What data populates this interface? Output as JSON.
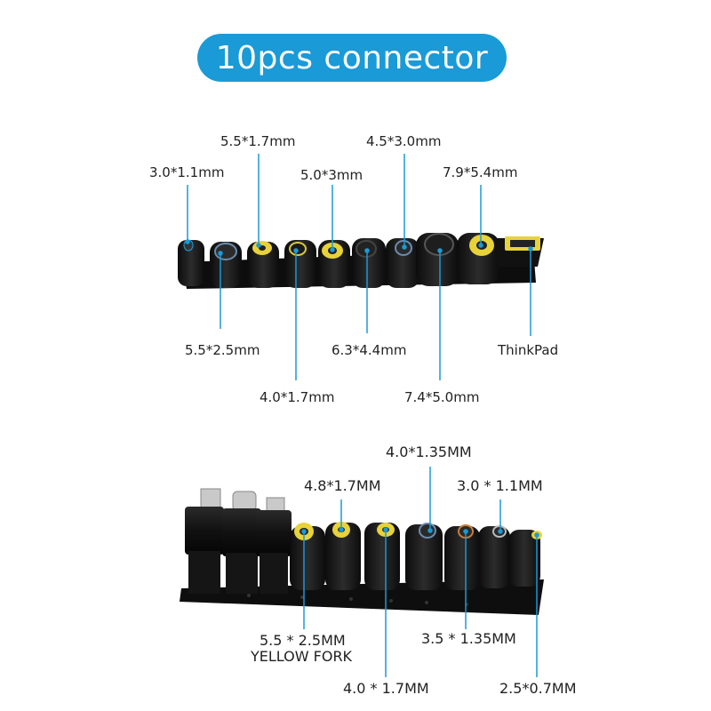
{
  "banner": {
    "title": "10pcs connector"
  },
  "top_set": {
    "labels": {
      "l30x11": "3.0*1.1mm",
      "l55x17": "5.5*1.7mm",
      "l50x3": "5.0*3mm",
      "l45x30": "4.5*3.0mm",
      "l79x54": "7.9*5.4mm",
      "l55x25": "5.5*2.5mm",
      "l63x44": "6.3*4.4mm",
      "thinkpad": "ThinkPad",
      "l40x17": "4.0*1.7mm",
      "l74x50": "7.4*5.0mm"
    }
  },
  "bottom_set": {
    "labels": {
      "l40x135": "4.0*1.35MM",
      "l48x17": "4.8*1.7MM",
      "l30x11": "3.0 * 1.1MM",
      "l55x25": "5.5 * 2.5MM",
      "yellow_fork": "YELLOW FORK",
      "l35x135": "3.5 * 1.35MM",
      "l40x17": "4.0 * 1.7MM",
      "l25x07": "2.5*0.7MM"
    }
  },
  "colors": {
    "banner": "#1a9ad6",
    "leader_line": "#1a9ad6",
    "tip_yellow": "#e8d23a",
    "connector_body": "#151515"
  }
}
